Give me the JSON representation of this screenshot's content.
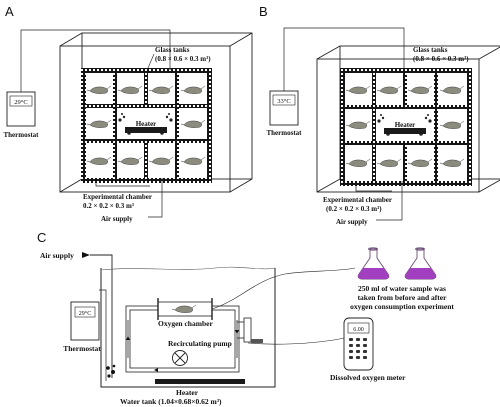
{
  "panels": {
    "a": {
      "label": "A",
      "thermostat_display": "29°C",
      "thermostat_label": "Thermostat",
      "glass_tanks_label": "Glass tanks",
      "glass_tanks_dims": "(0.8 × 0.6 × 0.3 m³)",
      "heater_label": "Heater",
      "chamber_label": "Experimental chamber",
      "chamber_dims": "0.2 × 0.2 × 0.3 m³",
      "air_supply_label": "Air supply"
    },
    "b": {
      "label": "B",
      "thermostat_display": "33°C",
      "thermostat_label": "Thermostat",
      "glass_tanks_label": "Glass tanks",
      "glass_tanks_dims": "(0.8 × 0.6 × 0.3 m³)",
      "heater_label": "Heater",
      "chamber_label": "Experimental chamber",
      "chamber_dims": "(0.2 × 0.2 × 0.3 m³)",
      "air_supply_label": "Air supply"
    },
    "c": {
      "label": "C",
      "air_supply_label": "Air supply",
      "thermostat_display": "29°C",
      "thermostat_label": "Thermostat",
      "oxygen_chamber_label": "Oxygen chamber",
      "pump_label": "Recirculating pump",
      "heater_label": "Heater",
      "water_tank_label": "Water tank (1.04×0.68×0.62 m³)",
      "water_sample_line1": "250 ml of water sample was",
      "water_sample_line2": "taken from before and after",
      "water_sample_line3": "oxygen consumption experiment",
      "meter_display": "6.00",
      "meter_label": "Dissolved oxygen meter"
    }
  },
  "colors": {
    "flask_liquid": "#a23fc0",
    "grid": "#151515",
    "heater": "#1a1a1a"
  }
}
